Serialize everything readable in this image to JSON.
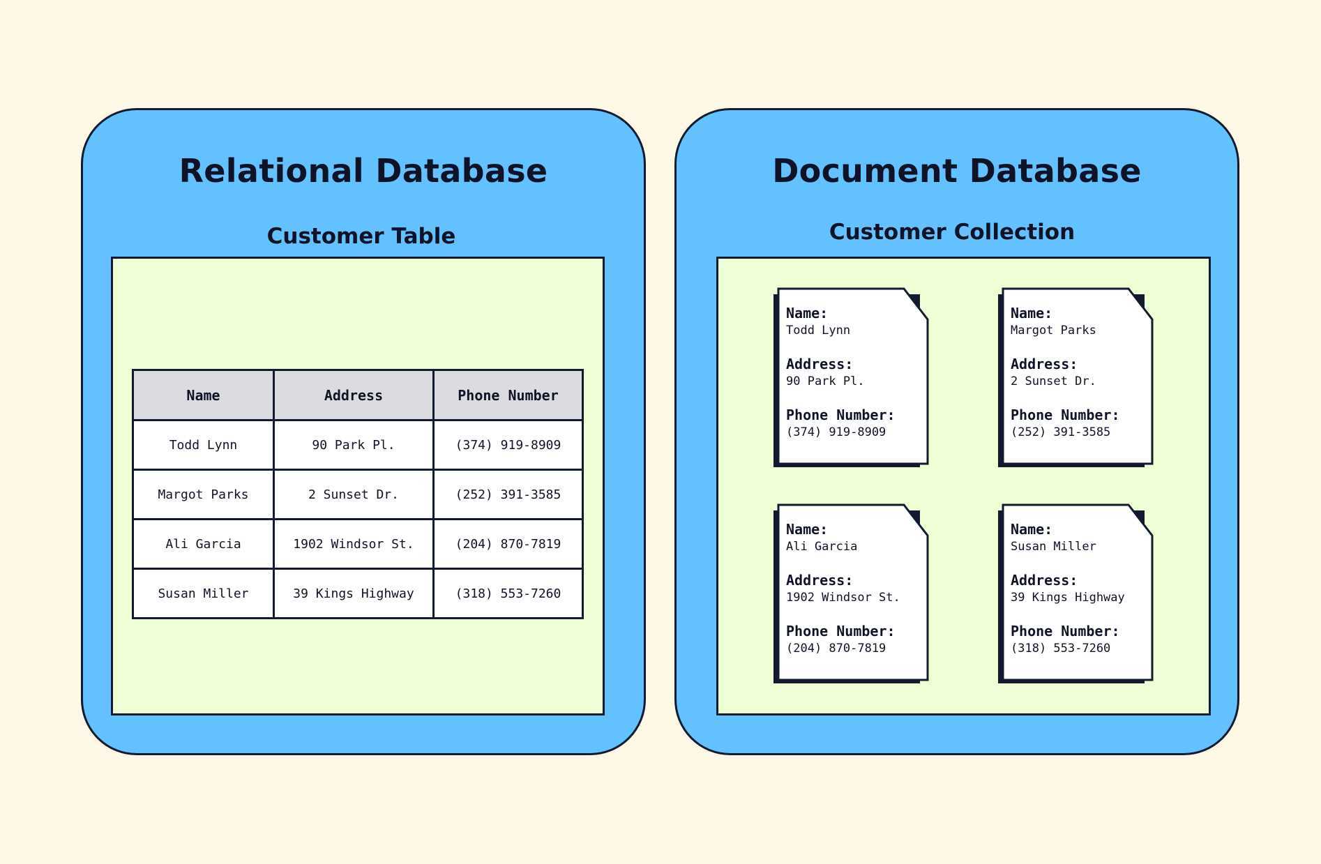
{
  "relational": {
    "title": "Relational Database",
    "subtitle": "Customer Table",
    "headers": [
      "Name",
      "Address",
      "Phone Number"
    ],
    "rows": [
      [
        "Todd Lynn",
        "90 Park Pl.",
        "(374) 919-8909"
      ],
      [
        "Margot Parks",
        "2 Sunset Dr.",
        "(252) 391-3585"
      ],
      [
        "Ali Garcia",
        "1902 Windsor St.",
        "(204) 870-7819"
      ],
      [
        "Susan Miller",
        "39 Kings Highway",
        "(318) 553-7260"
      ]
    ]
  },
  "document": {
    "title": "Document Database",
    "subtitle": "Customer Collection",
    "field_labels": {
      "name": "Name:",
      "address": "Address:",
      "phone": "Phone Number:"
    },
    "documents": [
      {
        "name": "Todd Lynn",
        "address": "90 Park Pl.",
        "phone": "(374) 919-8909"
      },
      {
        "name": "Margot Parks",
        "address": "2 Sunset Dr.",
        "phone": "(252) 391-3585"
      },
      {
        "name": "Ali Garcia",
        "address": "1902 Windsor St.",
        "phone": "(204) 870-7819"
      },
      {
        "name": "Susan Miller",
        "address": "39 Kings Highway",
        "phone": "(318) 553-7260"
      }
    ]
  },
  "colors": {
    "background": "#fef8e6",
    "panel": "#63c1ff",
    "inner": "#eefed5",
    "outline": "#111a2e",
    "table_header": "#dcdce0"
  }
}
